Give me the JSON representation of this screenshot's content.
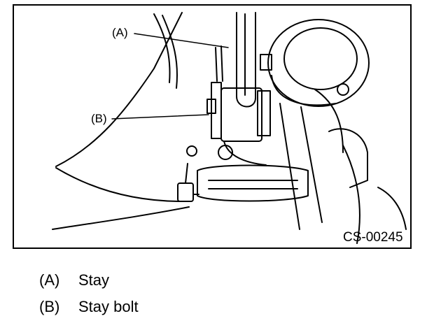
{
  "figure": {
    "callouts": [
      {
        "key": "(A)"
      },
      {
        "key": "(B)"
      }
    ],
    "code": "CS-00245"
  },
  "legend": [
    {
      "key": "(A)",
      "text": "Stay"
    },
    {
      "key": "(B)",
      "text": "Stay bolt"
    }
  ]
}
